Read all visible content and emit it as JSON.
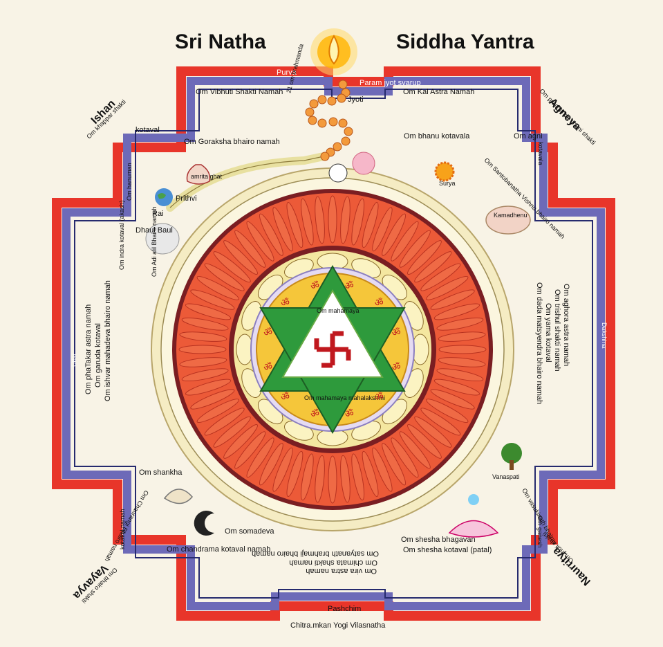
{
  "title": {
    "left": "Sri  Natha",
    "right": "Siddha  Yantra"
  },
  "credit": "Chitra.mkan Yogi Vilasnatha",
  "directions": {
    "ishan": "Ishan",
    "ishan_sub": "Om khappar shakti",
    "agneya": "Agneya",
    "agneya_sub": "Om prachanda dhuni shakti",
    "vayavya": "Vayavya",
    "vayavya_sub": "Om bhairo shakti",
    "naurritya": "Naurritya",
    "naurritya_sub": "Om jholi shakti",
    "uttar": "Uttar",
    "dakshina": "Dakshina",
    "purva": "Purva",
    "pashchim": "Pashchim"
  },
  "gate_labels": {
    "param_jyot": "Param jyot svarup",
    "vibhuti": "Om Vibhuti Shakti Namah",
    "kal_astra": "Om Kal Astra Namah",
    "goraksha": "Om Goraksha bhairo namah",
    "bhanu": "Om bhanu kotavala",
    "agni": "Om agni",
    "hanuman": "Om hanuman",
    "kotaval_top_left": "kotaval",
    "indra": "Om indra kotaval (akash)",
    "chandrama": "Om chandrama kotaval namah",
    "shesha": "Om shesha kotaval (patal)",
    "tatva_left": "Om bhairo",
    "kotaval_bottom_left": "kotaval namah",
    "kotaval_right": "kotavala",
    "ganesh_right": "Om ganesh"
  },
  "mantras": {
    "uttar": [
      "Om phaTakar astra namah",
      "Om garuda kotaval",
      "Om ishvar mahadeva bhairo namah"
    ],
    "dakshina": [
      "Om aghora astra namah",
      "Om trishul shakti namah",
      "Om yama kotaval",
      "Om dada matsyendra bhairo namah"
    ],
    "pashchim": [
      "Om vira astra namah",
      "Om chimata shakti namah",
      "Om satyanath brahmaji bhairo namah"
    ]
  },
  "symbols": {
    "jyoti": "Jyoti",
    "brahmanda": "21 om brahmanda",
    "amrita": "amrita ghat",
    "prithvi": "Prithvi",
    "rai": "Rai",
    "dhaul": "Dhaul Baul",
    "om_adi": "Om Adi alil Bhairo namah",
    "surya": "Surya",
    "santoba": "Om Santobanatha Vishnu bhairo namah",
    "kamadhenu": "Kamadhenu",
    "vanaspati": "Vanaspati",
    "shankha": "Om shankha",
    "chaurangi": "Om Chaurangi Bhairo namah",
    "somadeva": "Om somadeva",
    "shesha_bhagavan": "Om shesha bhagavan",
    "vasuki": "Om vasukinath bhairav",
    "inner_bottom": "Om mahamaya mahalakshmi",
    "inner_top": "Om mahamaya",
    "om": "ॐ"
  },
  "colors": {
    "red": "#e8352a",
    "purple": "#6d6ab8",
    "navy": "#262a6e",
    "petal": "#ec5a38",
    "green": "#2e9a3c",
    "yellow": "#f5c63a"
  }
}
